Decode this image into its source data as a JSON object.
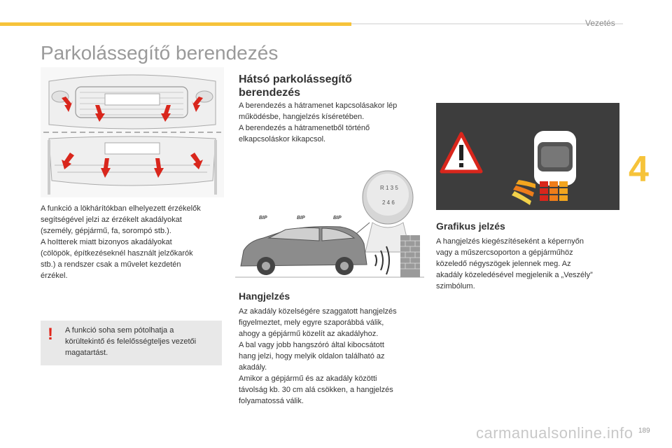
{
  "header": {
    "section": "Vezetés",
    "chapter": "4"
  },
  "page_title": "Parkolássegítő berendezés",
  "left": {
    "paragraph": [
      "A funkció a lökhárítókban elhelyezett érzékelők",
      "segítségével jelzi az érzékelt akadályokat",
      "(személy, gépjármű, fa, sorompó stb.).",
      "A hoItterek miatt bizonyos akadályokat",
      "(cölöpök, építkezéseknél használt jelzőkarók",
      "stb.) a rendszer csak a művelet kezdetén",
      "érzékel."
    ],
    "warning": [
      "A funkció soha sem pótolhatja a",
      "körültekintő és felelősségteljes vezetői",
      "magatartást."
    ]
  },
  "middle": {
    "heading": [
      "Hátsó parkolássegítő",
      "berendezés"
    ],
    "paragraph": [
      "A berendezés a hátramenet kapcsolásakor lép",
      "működésbe, hangjelzés kíséretében.",
      "A berendezés a hátramenetből történő",
      "elkapcsoláskor kikapcsol."
    ],
    "gear_labels": {
      "top": "R 1 3 5",
      "bottom": "2 4 6"
    },
    "bip_labels": [
      "BIP",
      "BIP",
      "BIP"
    ],
    "sound_heading": "Hangjelzés",
    "sound_paragraph": [
      "Az akadály közelségére szaggatott hangjelzés",
      "figyelmeztet, mely egyre szaporábbá válik,",
      "ahogy a gépjármű közelít az akadályhoz.",
      "A bal vagy jobb hangszóró által kibocsátott",
      "hang jelzi, hogy melyik oldalon található az",
      "akadály.",
      "Amikor a gépjármű és az akadály közötti",
      "távolság kb. 30 cm alá csökken, a hangjelzés",
      "folyamatossá válik."
    ]
  },
  "right": {
    "graphic_heading": "Grafikus jelzés",
    "graphic_paragraph": [
      "A hangjelzés kiegészítéseként a képernyőn",
      "vagy a műszercsoporton a gépjárműhöz",
      "közeledő négyszögek jelennek meg. Az",
      "akadály közeledésével megjelenik a „Veszély”",
      "szimbólum."
    ]
  },
  "footer": {
    "page_number": "189",
    "watermark": "carmanualsonline.info"
  },
  "colors": {
    "accent": "#f6c33a",
    "arrow_red": "#d9261c",
    "display_bg": "#3d3d3d"
  }
}
